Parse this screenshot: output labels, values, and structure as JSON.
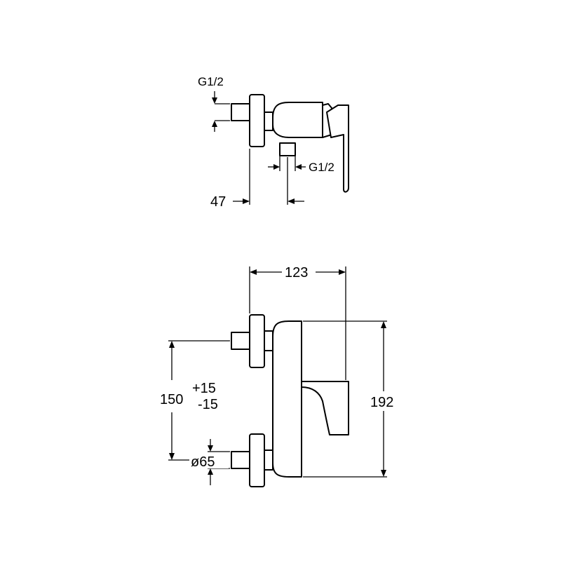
{
  "side_view": {
    "thread_top": "G1/2",
    "thread_bottom": "G1/2",
    "depth": "47"
  },
  "front_view": {
    "width": "123",
    "height": "192",
    "center_distance": "150",
    "tolerance_plus": "+15",
    "tolerance_minus": "-15",
    "diameter": "ø65"
  }
}
